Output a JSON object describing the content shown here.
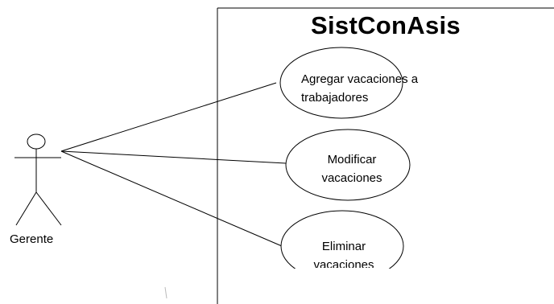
{
  "system": {
    "title": "SistConAsis"
  },
  "actor": {
    "name": "Gerente"
  },
  "use_cases": [
    {
      "label_line1": "Agregar vacaciones a",
      "label_line2": "trabajadores"
    },
    {
      "label_line1": "Modificar",
      "label_line2": "vacaciones"
    },
    {
      "label_line1": "Eliminar",
      "label_line2": "vacaciones"
    }
  ],
  "colors": {
    "stroke": "#000000",
    "background": "#ffffff"
  }
}
